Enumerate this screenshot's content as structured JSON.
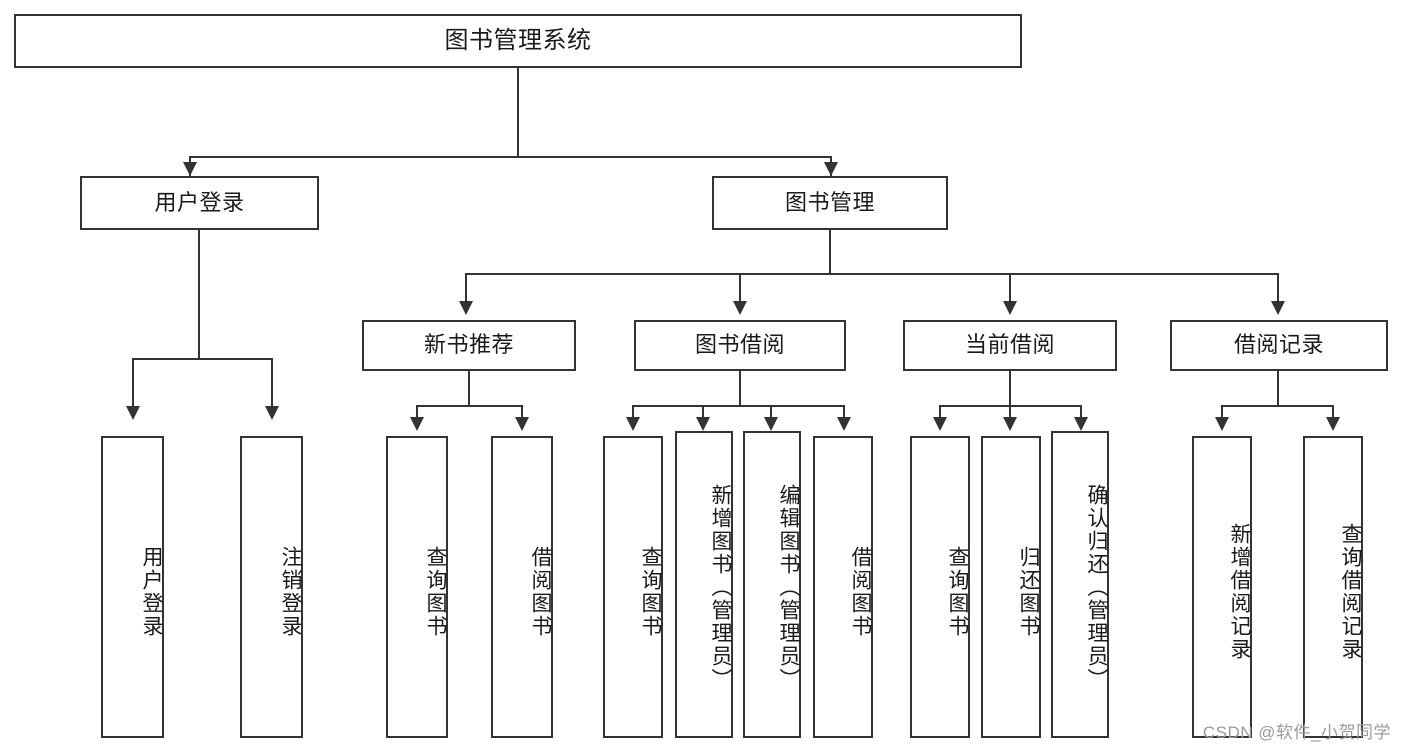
{
  "diagram": {
    "type": "tree",
    "title": "图书管理系统",
    "watermark": "CSDN @软件_小贺同学",
    "colors": {
      "stroke": "#333333",
      "fill": "#ffffff",
      "text": "#1a1a1a",
      "watermark": "#9a9a9a"
    },
    "root": {
      "label": "图书管理系统"
    },
    "level1": [
      {
        "label": "用户登录"
      },
      {
        "label": "图书管理"
      }
    ],
    "level2": [
      {
        "label": "新书推荐"
      },
      {
        "label": "图书借阅"
      },
      {
        "label": "当前借阅"
      },
      {
        "label": "借阅记录"
      }
    ],
    "leaves": {
      "user_login": [
        {
          "label": "用户登录"
        },
        {
          "label": "注销登录"
        }
      ],
      "new_book": [
        {
          "label": "查询图书"
        },
        {
          "label": "借阅图书"
        }
      ],
      "book_borrow": [
        {
          "label": "查询图书"
        },
        {
          "label": "新增图书（管理员）"
        },
        {
          "label": "编辑图书（管理员）"
        },
        {
          "label": "借阅图书"
        }
      ],
      "current_borrow": [
        {
          "label": "查询图书"
        },
        {
          "label": "归还图书"
        },
        {
          "label": "确认归还（管理员）"
        }
      ],
      "borrow_record": [
        {
          "label": "新增借阅记录"
        },
        {
          "label": "查询借阅记录"
        }
      ]
    }
  }
}
